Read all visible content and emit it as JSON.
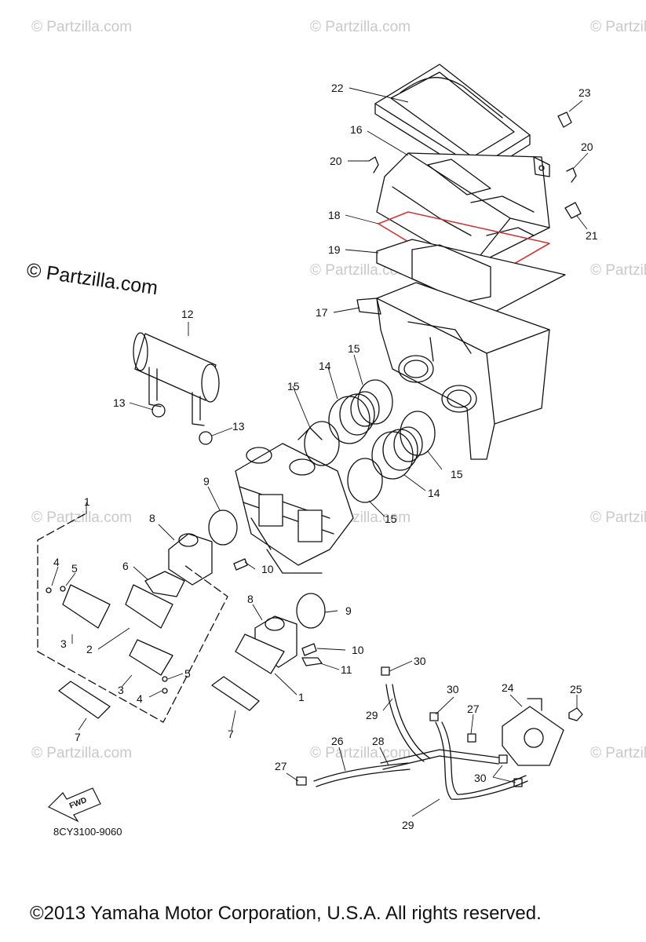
{
  "diagram": {
    "part_code": "8CY3100-9060",
    "fwd_label": "FWD",
    "watermark": "© Partzilla.com",
    "copyright": "©2013  Yamaha Motor Corporation, U.S.A. All rights reserved.",
    "callouts": [
      {
        "id": "c22",
        "label": "22"
      },
      {
        "id": "c23",
        "label": "23"
      },
      {
        "id": "c16",
        "label": "16"
      },
      {
        "id": "c20a",
        "label": "20"
      },
      {
        "id": "c20b",
        "label": "20"
      },
      {
        "id": "c18",
        "label": "18"
      },
      {
        "id": "c21",
        "label": "21"
      },
      {
        "id": "c19",
        "label": "19"
      },
      {
        "id": "c17",
        "label": "17"
      },
      {
        "id": "c12",
        "label": "12"
      },
      {
        "id": "c15a",
        "label": "15"
      },
      {
        "id": "c14a",
        "label": "14"
      },
      {
        "id": "c15b",
        "label": "15"
      },
      {
        "id": "c13a",
        "label": "13"
      },
      {
        "id": "c13b",
        "label": "13"
      },
      {
        "id": "c15c",
        "label": "15"
      },
      {
        "id": "c14b",
        "label": "14"
      },
      {
        "id": "c15d",
        "label": "15"
      },
      {
        "id": "c1a",
        "label": "1"
      },
      {
        "id": "c9a",
        "label": "9"
      },
      {
        "id": "c8a",
        "label": "8"
      },
      {
        "id": "c4a",
        "label": "4"
      },
      {
        "id": "c5a",
        "label": "5"
      },
      {
        "id": "c6",
        "label": "6"
      },
      {
        "id": "c10a",
        "label": "10"
      },
      {
        "id": "c8b",
        "label": "8"
      },
      {
        "id": "c9b",
        "label": "9"
      },
      {
        "id": "c3a",
        "label": "3"
      },
      {
        "id": "c2",
        "label": "2"
      },
      {
        "id": "c10b",
        "label": "10"
      },
      {
        "id": "c5b",
        "label": "5"
      },
      {
        "id": "c11",
        "label": "11"
      },
      {
        "id": "c3b",
        "label": "3"
      },
      {
        "id": "c4b",
        "label": "4"
      },
      {
        "id": "c1b",
        "label": "1"
      },
      {
        "id": "c30a",
        "label": "30"
      },
      {
        "id": "c7a",
        "label": "7"
      },
      {
        "id": "c7b",
        "label": "7"
      },
      {
        "id": "c29a",
        "label": "29"
      },
      {
        "id": "c30b",
        "label": "30"
      },
      {
        "id": "c24",
        "label": "24"
      },
      {
        "id": "c25",
        "label": "25"
      },
      {
        "id": "c27a",
        "label": "27"
      },
      {
        "id": "c26",
        "label": "26"
      },
      {
        "id": "c28",
        "label": "28"
      },
      {
        "id": "c27b",
        "label": "27"
      },
      {
        "id": "c30c",
        "label": "30"
      },
      {
        "id": "c29b",
        "label": "29"
      }
    ]
  }
}
